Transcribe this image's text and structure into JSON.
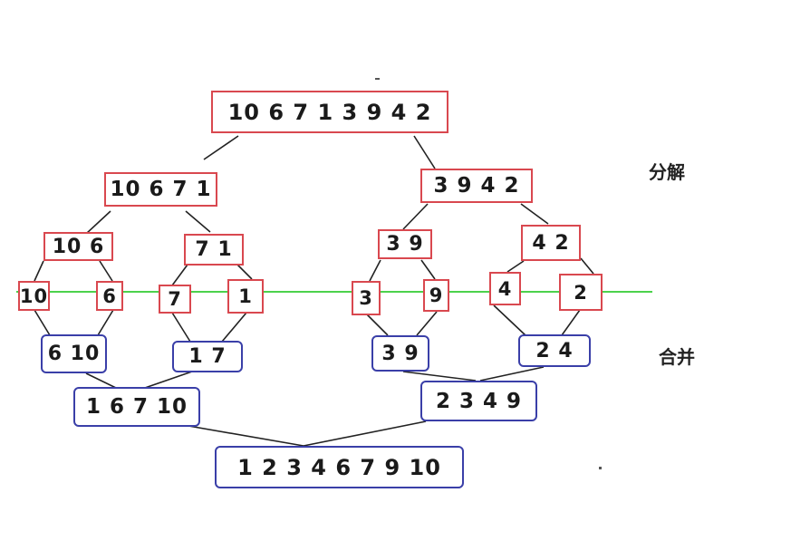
{
  "labels": {
    "decompose": "分解",
    "merge": "合并"
  },
  "colors": {
    "split_border": "#d9484f",
    "merge_border": "#3a3fa8",
    "divider_line": "#33cc33",
    "connector": "#222222"
  },
  "split": {
    "root": "10 6 7 1 3 9 4 2",
    "l": "10 6 7 1",
    "r": "3 9 4 2",
    "ll": "10 6",
    "lr": "7 1",
    "rl": "3 9",
    "rr": "4 2",
    "lll": "10",
    "llr": "6",
    "lrl": "7",
    "lrr": "1",
    "rll": "3",
    "rlr": "9",
    "rrl": "4",
    "rrr": "2"
  },
  "merge": {
    "ll": "6 10",
    "lr": "1 7",
    "rl": "3 9",
    "rr": "2 4",
    "l": "1 6 7 10",
    "r": "2 3 4 9",
    "root": "1 2 3 4 6 7 9 10"
  }
}
